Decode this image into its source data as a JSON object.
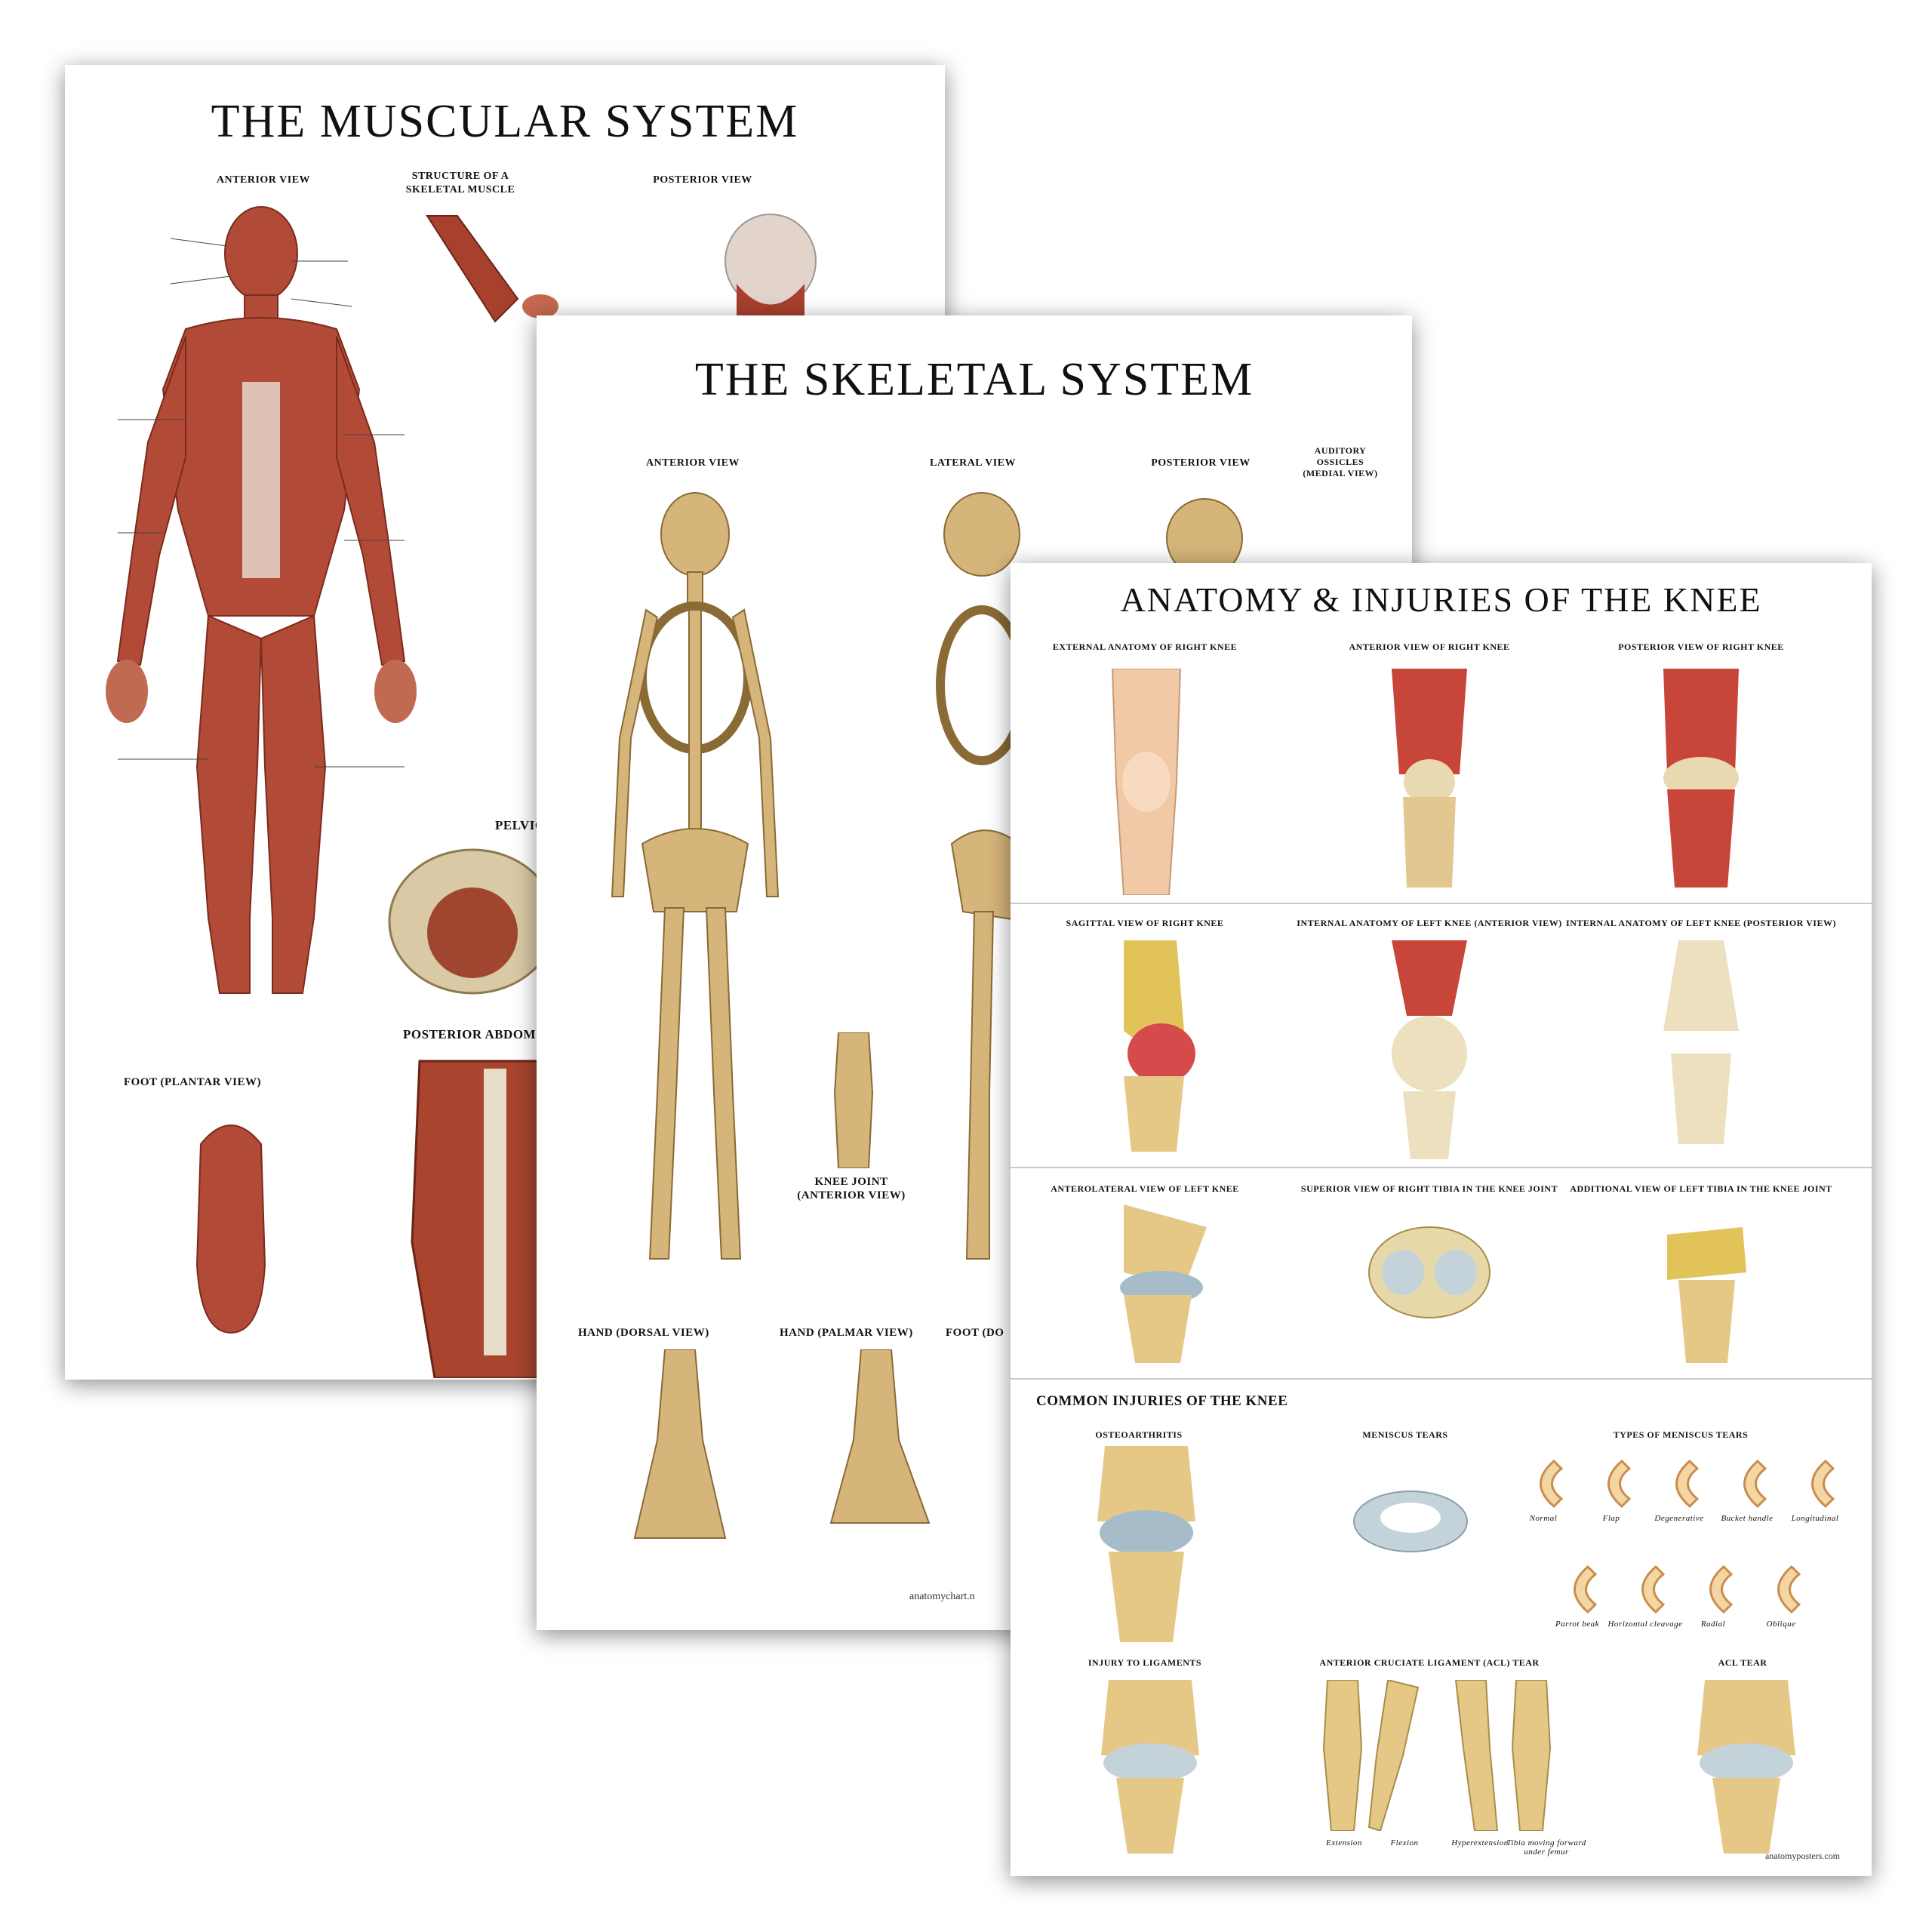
{
  "muscular": {
    "title": "THE MUSCULAR SYSTEM",
    "anterior_view": "ANTERIOR VIEW",
    "structure_line1": "STRUCTURE OF A",
    "structure_line2": "SKELETAL MUSCLE",
    "posterior_view": "POSTERIOR VIEW",
    "pelvic_floor": "PELVIC FLOOR",
    "posterior_abdominal": "POSTERIOR ABDOMIN",
    "foot_plantar": "FOOT (PLANTAR VIEW)"
  },
  "skeletal": {
    "title": "THE SKELETAL SYSTEM",
    "anterior_view": "ANTERIOR VIEW",
    "lateral_view": "LATERAL VIEW",
    "posterior_view": "POSTERIOR VIEW",
    "auditory_line1": "AUDITORY",
    "auditory_line2": "OSSICLES",
    "auditory_line3": "(MEDIAL VIEW)",
    "knee_joint_line1": "KNEE JOINT",
    "knee_joint_line2": "(ANTERIOR VIEW)",
    "hand_dorsal": "HAND (DORSAL VIEW)",
    "hand_palmar": "HAND (PALMAR VIEW)",
    "foot_dorsal": "FOOT (DO",
    "site": "anatomychart.n"
  },
  "knee": {
    "title": "ANATOMY & INJURIES OF THE KNEE",
    "row1": [
      "EXTERNAL ANATOMY OF RIGHT KNEE",
      "ANTERIOR  VIEW OF RIGHT KNEE",
      "POSTERIOR VIEW OF RIGHT KNEE"
    ],
    "row2": [
      "SAGITTAL VIEW OF RIGHT KNEE",
      "INTERNAL ANATOMY OF LEFT KNEE (ANTERIOR VIEW)",
      "INTERNAL ANATOMY OF LEFT KNEE (POSTERIOR VIEW)"
    ],
    "row3": [
      "ANTEROLATERAL VIEW OF LEFT KNEE",
      "SUPERIOR VIEW OF RIGHT TIBIA IN THE KNEE JOINT",
      "ADDITIONAL VIEW OF LEFT TIBIA IN THE KNEE JOINT"
    ],
    "common_injuries": "COMMON INJURIES OF THE KNEE",
    "row4": [
      "OSTEOARTHRITIS",
      "MENISCUS TEARS",
      "TYPES OF MENISCUS TEARS"
    ],
    "row5": [
      "INJURY TO LIGAMENTS",
      "ANTERIOR CRUCIATE LIGAMENT (ACL) TEAR",
      "ACL TEAR"
    ],
    "tear_types": [
      "Normal",
      "Flap",
      "Degenerative",
      "Bucket handle",
      "Longitudinal",
      "Parrot beak",
      "Horizontal cleavage",
      "Radial",
      "Oblique"
    ],
    "acl_positions": [
      "Extension",
      "Flexion",
      "Hyperextension",
      "Tibia moving forward under femur"
    ],
    "site": "anatomyposters.com"
  }
}
